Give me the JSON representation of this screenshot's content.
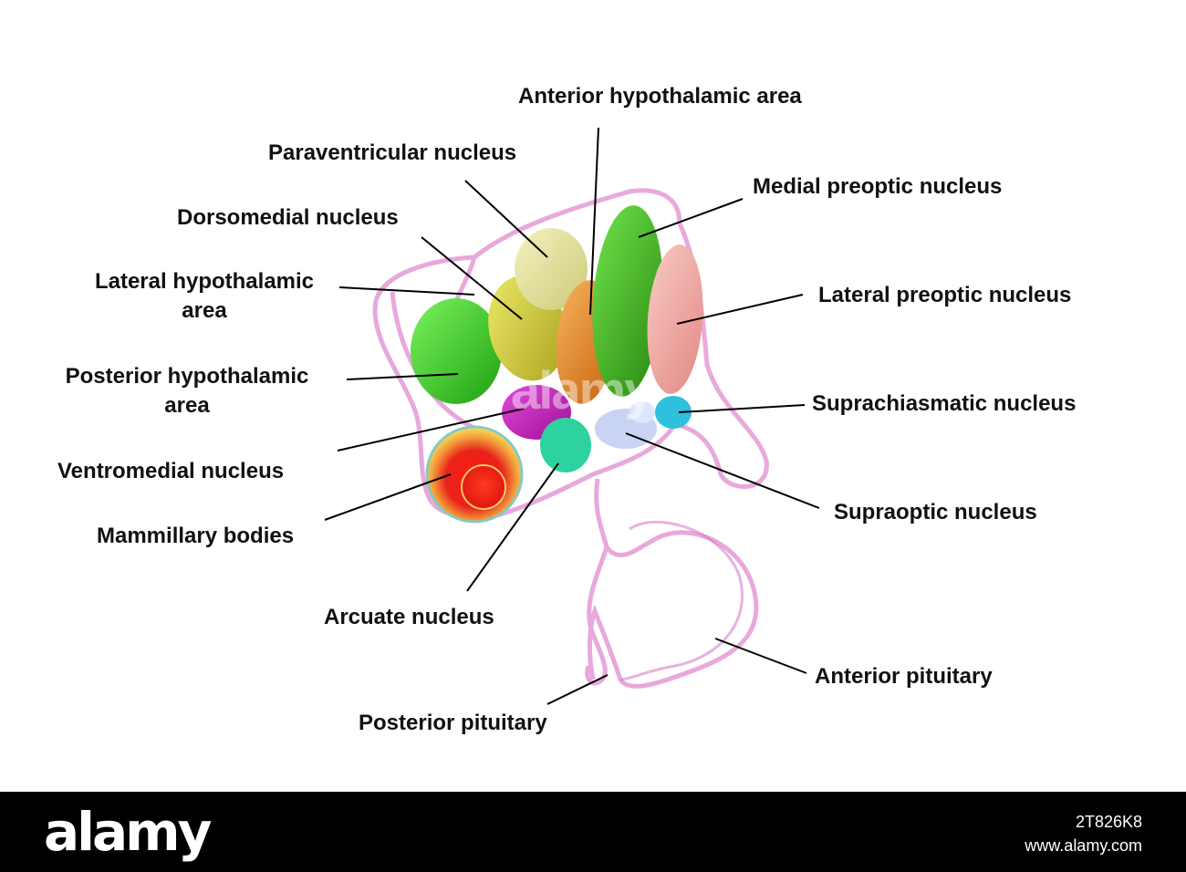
{
  "labels": {
    "anterior_hypothalamic_area": "Anterior hypothalamic area",
    "paraventricular_nucleus": "Paraventricular nucleus",
    "medial_preoptic_nucleus": "Medial preoptic nucleus",
    "dorsomedial_nucleus": "Dorsomedial nucleus",
    "lateral_hypothalamic_area_line1": "Lateral hypothalamic",
    "lateral_hypothalamic_area_line2": "area",
    "lateral_preoptic_nucleus": "Lateral preoptic nucleus",
    "posterior_hypothalamic_area_line1": "Posterior hypothalamic",
    "posterior_hypothalamic_area_line2": "area",
    "suprachiasmatic_nucleus": "Suprachiasmatic nucleus",
    "ventromedial_nucleus": "Ventromedial nucleus",
    "supraoptic_nucleus": "Supraoptic nucleus",
    "mammillary_bodies": "Mammillary bodies",
    "arcuate_nucleus": "Arcuate nucleus",
    "anterior_pituitary": "Anterior pituitary",
    "posterior_pituitary": "Posterior pituitary"
  },
  "watermark": "alamy",
  "footer": {
    "brand": "alamy",
    "image_id": "2T826K8",
    "site": "www.alamy.com"
  },
  "colors": {
    "outline": "#e59ad6",
    "posterior_hypothalamic": "#35d11f",
    "dorsomedial": "#c9c631",
    "paraventricular": "#e6e49a",
    "anterior_hypothalamic": "#e98a24",
    "medial_preoptic": "#3dbb1a",
    "lateral_preoptic": "#f0a7a2",
    "ventromedial": "#c31ab8",
    "suprachiasmatic": "#2ec0dc",
    "supraoptic": "#c9d3f4",
    "arcuate": "#2ed1a0",
    "mammillary": "#e8231a"
  }
}
